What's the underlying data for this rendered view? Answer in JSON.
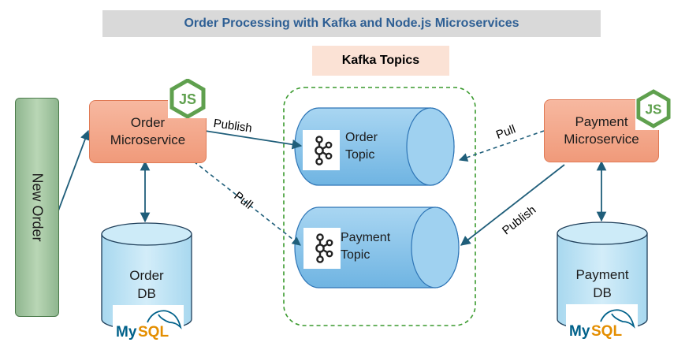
{
  "title": "Order Processing with Kafka and Node.js Microservices",
  "kafka_topics_label": "Kafka Topics",
  "new_order_label": "New Order",
  "order_service": {
    "line1": "Order",
    "line2": "Microservice"
  },
  "payment_service": {
    "line1": "Payment",
    "line2": "Microservice"
  },
  "order_db": {
    "line1": "Order",
    "line2": "DB"
  },
  "payment_db": {
    "line1": "Payment",
    "line2": "DB"
  },
  "order_topic": {
    "line1": "Order",
    "line2": "Topic"
  },
  "payment_topic": {
    "line1": "Payment",
    "line2": "Topic"
  },
  "connections": {
    "order_publish": "Publish",
    "order_pull": "Pull",
    "payment_pull": "Pull",
    "payment_publish": "Publish"
  },
  "logos": {
    "nodejs_text": "JS",
    "mysql_text_blue": "My",
    "mysql_text_orange": "SQL"
  },
  "colors": {
    "arrow": "#1f5e7a",
    "dashed_group_border": "#3a9a2e",
    "service_fill": "#f4a385",
    "cylinder_blue": "#8ec7ea",
    "db_fill": "#bfe3f4",
    "title_text": "#2e5f94",
    "nodejs_green": "#5fa04e",
    "mysql_blue": "#00618a",
    "mysql_orange": "#e48e00"
  }
}
